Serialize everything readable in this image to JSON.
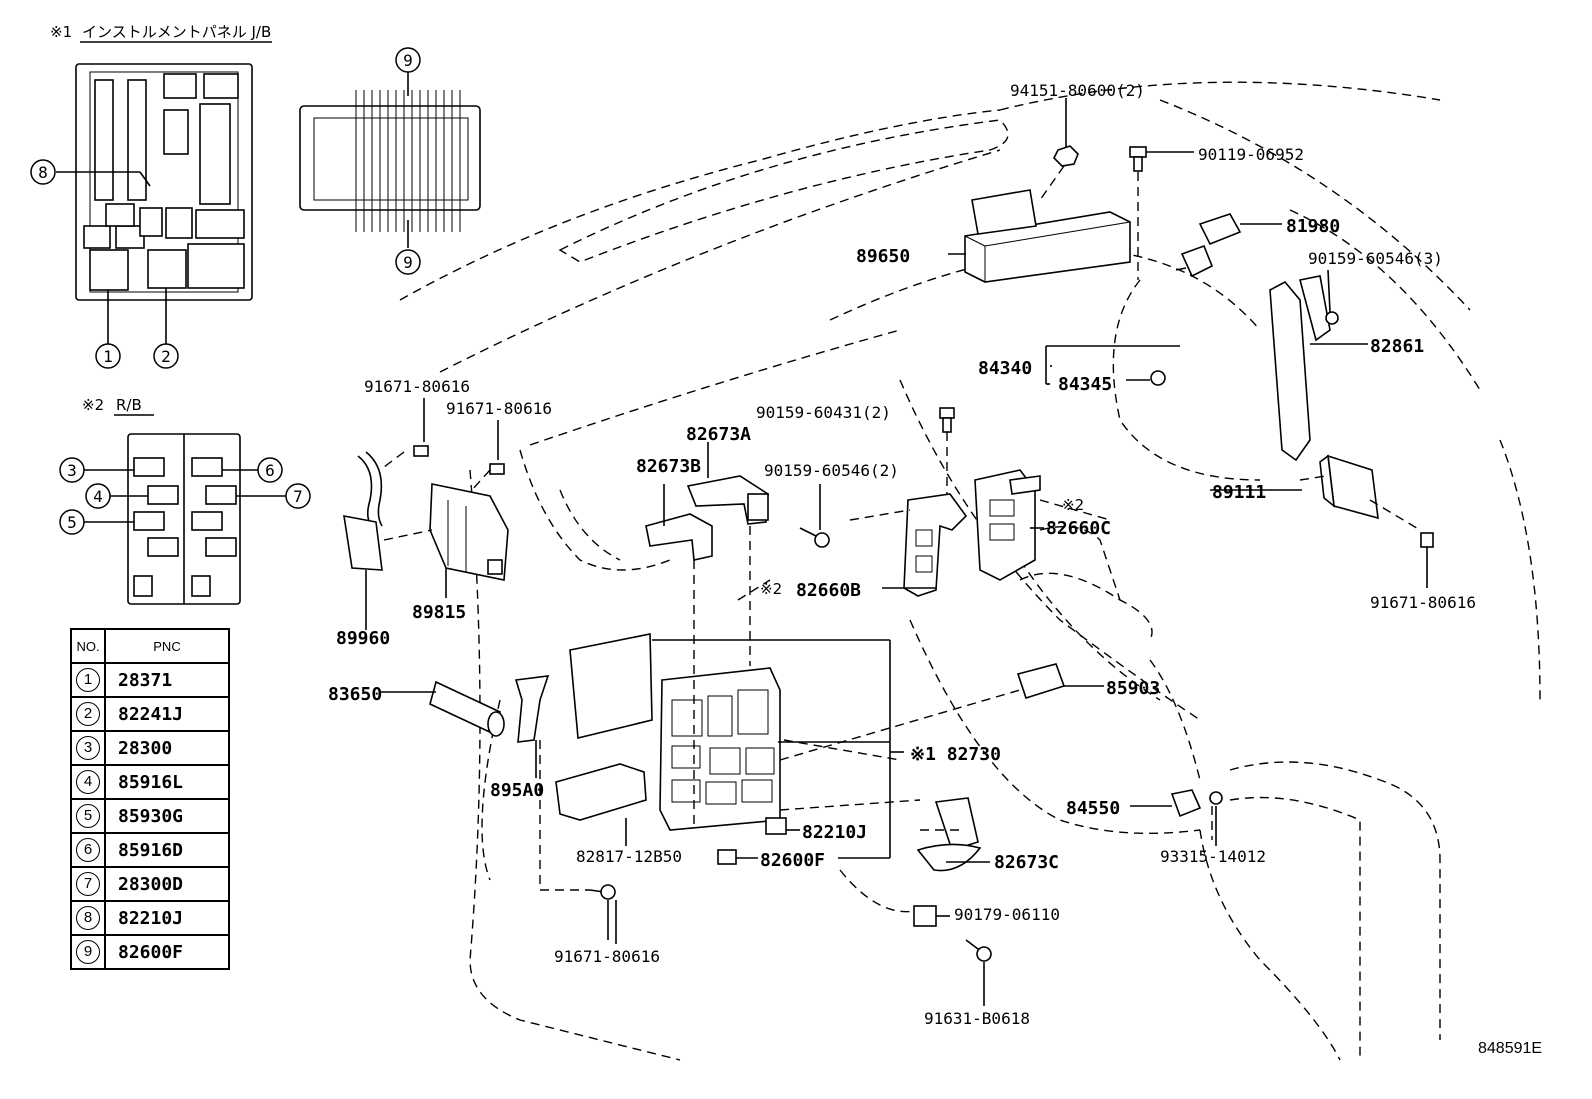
{
  "inset_jb": {
    "prefix": "※1",
    "title": "インストルメントパネル J/B"
  },
  "inset_rb": {
    "prefix": "※2",
    "title": "R/B"
  },
  "table": {
    "header_no": "NO.",
    "header_pnc": "PNC",
    "rows": [
      {
        "no": "1",
        "pnc": "28371"
      },
      {
        "no": "2",
        "pnc": "82241J"
      },
      {
        "no": "3",
        "pnc": "28300"
      },
      {
        "no": "4",
        "pnc": "85916L"
      },
      {
        "no": "5",
        "pnc": "85930G"
      },
      {
        "no": "6",
        "pnc": "85916D"
      },
      {
        "no": "7",
        "pnc": "28300D"
      },
      {
        "no": "8",
        "pnc": "82210J"
      },
      {
        "no": "9",
        "pnc": "82600F"
      }
    ]
  },
  "callouts": {
    "c1": "1",
    "c2": "2",
    "c3": "3",
    "c4": "4",
    "c5": "5",
    "c6": "6",
    "c7": "7",
    "c8": "8",
    "c9a": "9",
    "c9b": "9"
  },
  "labels": {
    "p94151": "94151-80600(2)",
    "p90119": "90119-06952",
    "p81980": "81980",
    "p89650": "89650",
    "p90159_3": "90159-60546(3)",
    "p82861": "82861",
    "p84340": "84340",
    "p84345": "84345",
    "p91671_a": "91671-80616",
    "p91671_b": "91671-80616",
    "p90159_431": "90159-60431(2)",
    "p82673A": "82673A",
    "p82673B": "82673B",
    "p90159_2": "90159-60546(2)",
    "p89111": "89111",
    "p82660C": "82660C",
    "mark2_a": "※2",
    "mark2_b": "※2",
    "p82660B": "82660B",
    "p91671_c": "91671-80616",
    "p89960": "89960",
    "p89815": "89815",
    "p83650": "83650",
    "p85903": "85903",
    "p82730": "※1 82730",
    "p895A0": "895A0",
    "p84550": "84550",
    "p82210J": "82210J",
    "p93315": "93315-14012",
    "p82817": "82817-12B50",
    "p82600F": "82600F",
    "p82673C": "82673C",
    "p90179": "90179-06110",
    "p91671_d": "91671-80616",
    "p91631": "91631-B0618"
  },
  "ref_code": "848591E"
}
